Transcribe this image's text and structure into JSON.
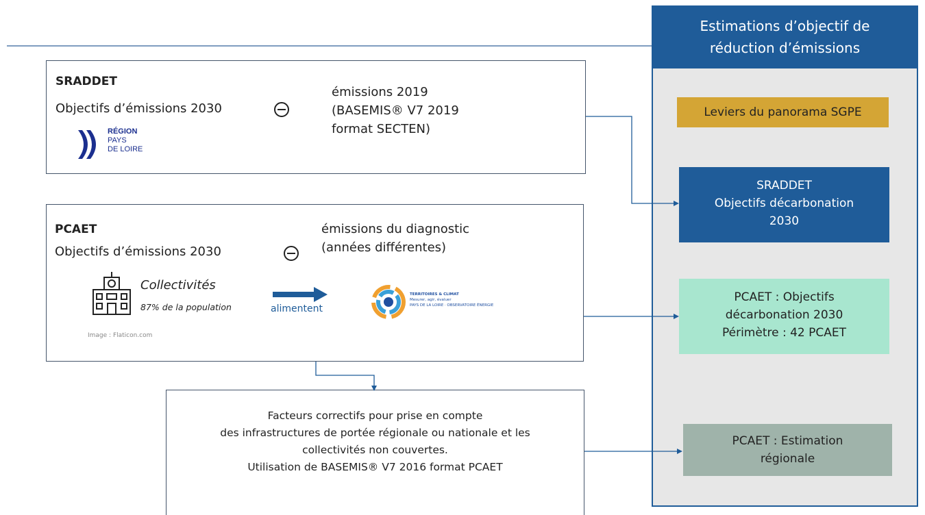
{
  "srad": {
    "label": "SRADDET",
    "objective": "Objectifs d’émissions 2030",
    "baseline": [
      "émissions 2019",
      "(BASEMIS® V7 2019",
      "format SECTEN)"
    ],
    "logo": [
      "RÉGION",
      "PAYS",
      "DE LOIRE"
    ]
  },
  "pcaet": {
    "label": "PCAET",
    "objective": "Objectifs d’émissions 2030",
    "baseline": [
      "émissions du diagnostic",
      "(années différentes)"
    ],
    "collectivites_title": "Collectivités",
    "collectivites_sub": "87% de la population",
    "arrow_label": "alimentent",
    "image_credit": "Image : Flaticon.com",
    "tc_logo_text": [
      "TERRITOIRES & CLIMAT",
      "Mesurer, agir, évaluer",
      "PAYS DE LA LOIRE · OBSERVATOIRE ÉNERGIE"
    ]
  },
  "correction": {
    "lines": [
      "Facteurs correctifs pour prise en compte",
      "des infrastructures de portée régionale ou nationale et les",
      "collectivités non couvertes.",
      "Utilisation de BASEMIS® V7 2016 format PCAET"
    ]
  },
  "right_panel": {
    "header": [
      "Estimations d’objectif de",
      "réduction d’émissions"
    ],
    "leviers": "Leviers du panorama SGPE",
    "sraddet_box": [
      "SRADDET",
      "Objectifs décarbonation",
      "2030"
    ],
    "pcaet_box": [
      "PCAET : Objectifs",
      "décarbonation 2030",
      "Périmètre : 42 PCAET"
    ],
    "estimation_box": [
      "PCAET : Estimation",
      "régionale"
    ]
  },
  "colors": {
    "dark_blue": "#1f5c99",
    "gold": "#d4a535",
    "mint": "#a8e6cf",
    "gray_green": "#9fb3aa",
    "panel_bg": "#e7e7e7"
  }
}
